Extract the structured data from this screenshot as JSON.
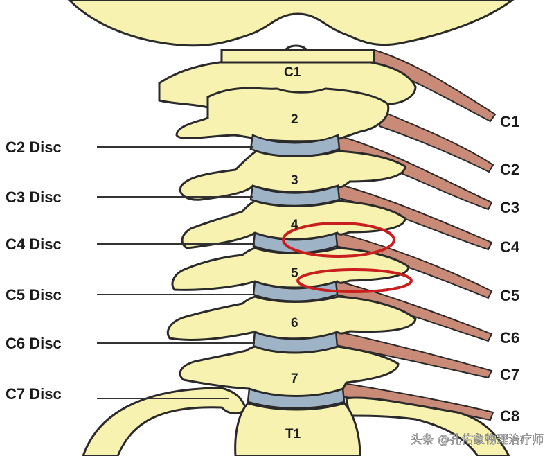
{
  "vertebrae": [
    "C1",
    "2",
    "3",
    "4",
    "5",
    "6",
    "7",
    "T1"
  ],
  "disc_labels": [
    "C2 Disc",
    "C3 Disc",
    "C4 Disc",
    "C5 Disc",
    "C6 Disc",
    "C7 Disc"
  ],
  "nerve_labels": [
    "C1",
    "C2",
    "C3",
    "C4",
    "C5",
    "C6",
    "C7",
    "C8"
  ],
  "watermark": "头条 @孔佑象物理治疗师",
  "colors": {
    "bone": "#f7f2b0",
    "outline": "#2a2a2a",
    "disc": "#9fb3c6",
    "nerve": "#c98a78",
    "highlight": "#c81e1e",
    "leader": "#333333"
  }
}
